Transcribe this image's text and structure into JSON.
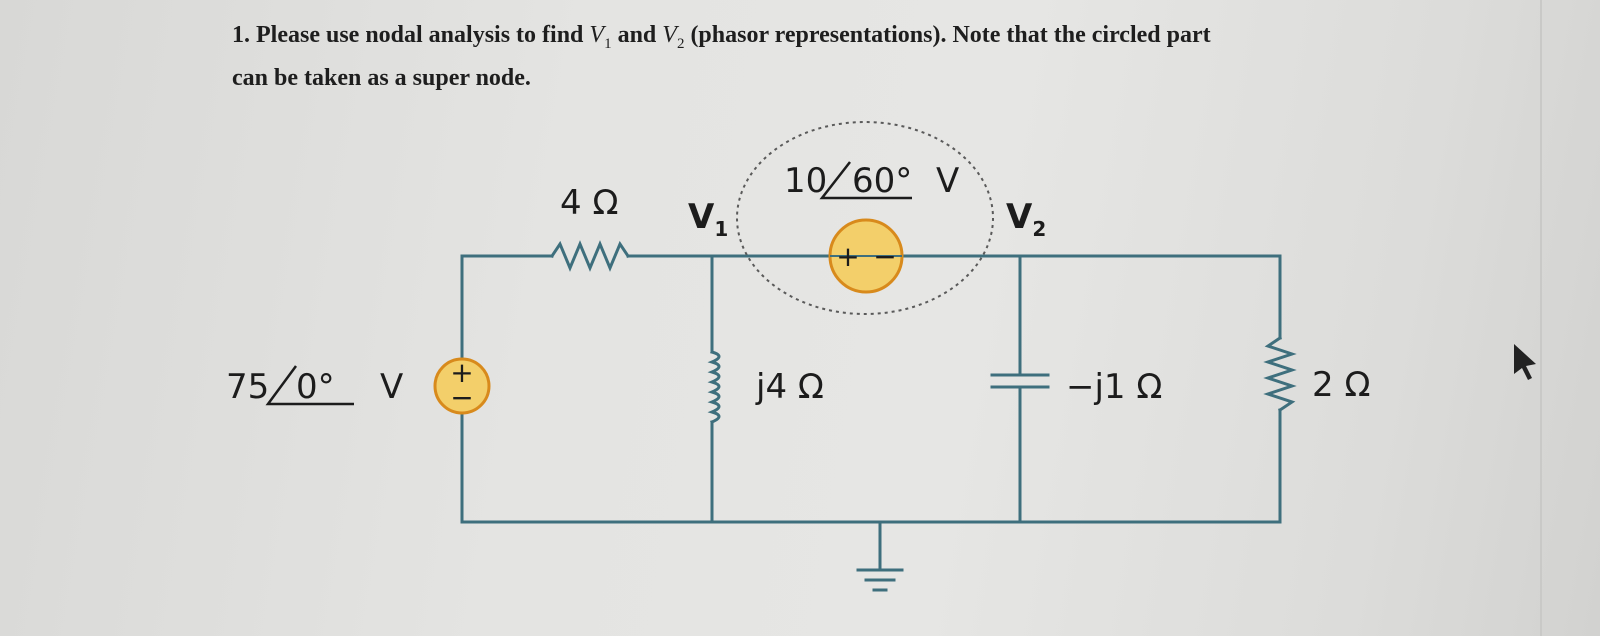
{
  "problem": {
    "number": "1.",
    "text_1": "Please use nodal analysis to find",
    "var_1": "V",
    "var_1_sub": "1",
    "text_2": "and",
    "var_2": "V",
    "var_2_sub": "2",
    "text_3": "(phasor representations). Note that the circled part",
    "text_4": "can be taken as a super node."
  },
  "circuit": {
    "source_left": {
      "magnitude": "75",
      "angle": "0°",
      "unit": "V",
      "plus": "+",
      "minus": "−"
    },
    "source_mid": {
      "magnitude": "10",
      "angle": "60°",
      "unit": "V",
      "plus": "+",
      "minus": "−"
    },
    "resistor_4": {
      "value": "4 Ω"
    },
    "inductor": {
      "value": "j4 Ω"
    },
    "capacitor": {
      "value": "−j1 Ω"
    },
    "resistor_2": {
      "value": "2 Ω"
    },
    "node_1": {
      "letter": "V",
      "sub": "1"
    },
    "node_2": {
      "letter": "V",
      "sub": "2"
    },
    "colors": {
      "wire": "#3e6f7d",
      "source_fill": "#f3cf6a",
      "source_stroke": "#d88a1c",
      "text": "#1c1c1c"
    }
  }
}
